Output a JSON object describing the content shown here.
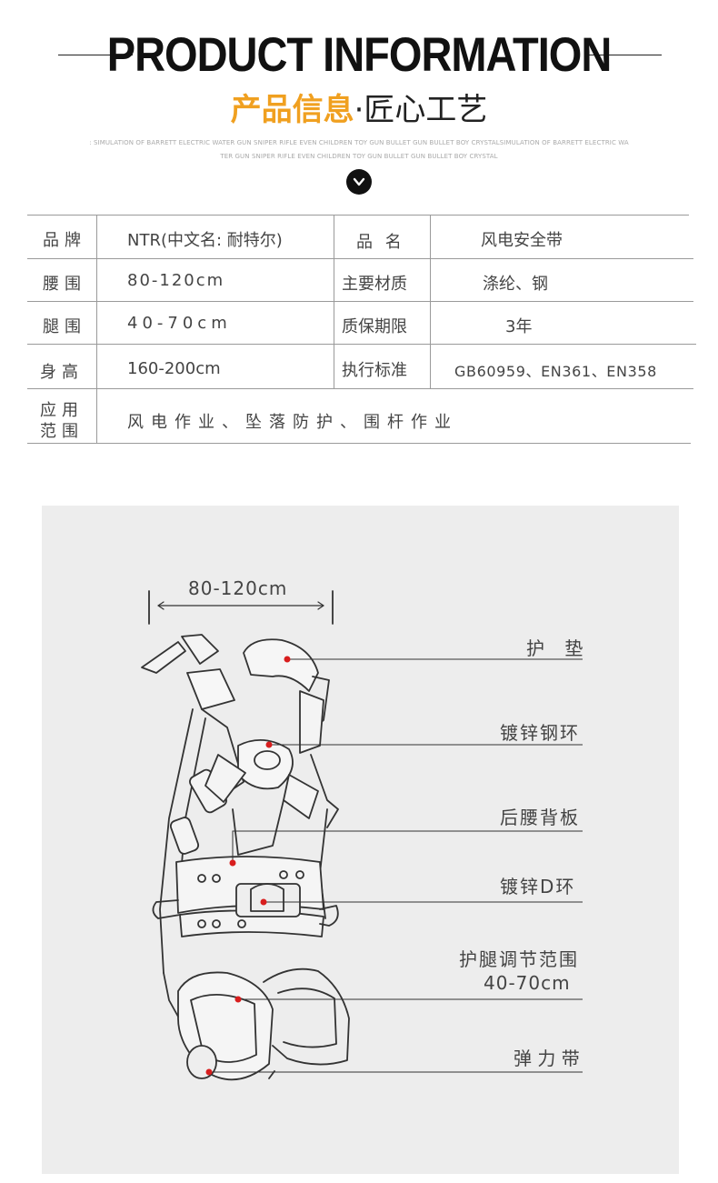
{
  "header": {
    "title": "PRODUCT INFORMATION",
    "subtitle_accent": "产品信息",
    "subtitle_dot": "·",
    "subtitle_rest": "匠心工艺",
    "small_line1": ": SIMULATION OF BARRETT ELECTRIC WATER GUN SNIPER RIFLE EVEN CHILDREN TOY GUN BULLET GUN BULLET BOY CRYSTALSIMULATION OF BARRETT ELECTRIC WA",
    "small_line2": "TER GUN SNIPER RIFLE EVEN CHILDREN TOY GUN BULLET GUN BULLET BOY CRYSTAL",
    "chevron_icon": "chevron-down-icon"
  },
  "specs": {
    "brand_label": "品牌",
    "brand_value": "NTR(中文名: 耐特尔)",
    "name_label": "品 名",
    "name_value": "风电安全带",
    "waist_label": "腰围",
    "waist_value": "80-120cm",
    "material_label": "主要材质",
    "material_value": "涤纶、钢",
    "leg_label": "腿围",
    "leg_value": "40-70cm",
    "warranty_label": "质保期限",
    "warranty_value": "3年",
    "height_label": "身高",
    "height_value": "160-200cm",
    "standard_label": "执行标准",
    "standard_value": "GB60959、EN361、EN358",
    "usage_label_1": "应用",
    "usage_label_2": "范围",
    "usage_value": "风电作业、坠落防护、围杆作业"
  },
  "diagram": {
    "width_measure": "80-120cm",
    "callouts": {
      "pad": "护 垫",
      "ring": "镀锌钢环",
      "backplate": "后腰背板",
      "d_ring": "镀锌D环",
      "leg_range": "护腿调节范围",
      "leg_range_value": "40-70cm",
      "elastic": "弹 力 带"
    },
    "colors": {
      "marker": "#d81e1e",
      "panel": "#ededed",
      "accent": "#f0a020"
    }
  }
}
